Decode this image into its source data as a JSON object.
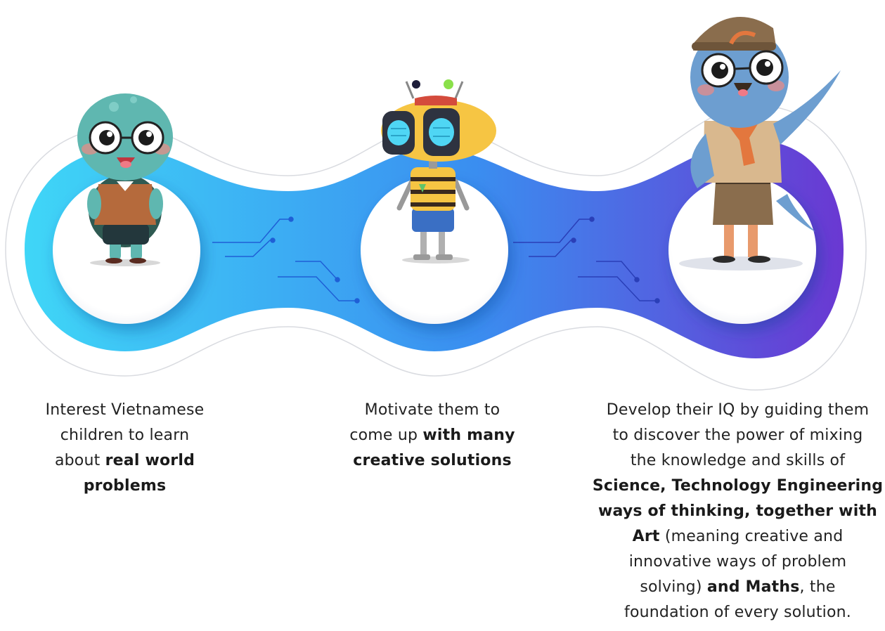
{
  "colors": {
    "gradient_start": "#3fd6f7",
    "gradient_mid": "#3a8ef0",
    "gradient_end": "#6a38d2",
    "circle_fill": "#ffffff",
    "connector": "#1f5fd6"
  },
  "steps": [
    {
      "character": "turtle-character",
      "caption": [
        [
          {
            "t": "Interest Vietnamese",
            "b": false
          }
        ],
        [
          {
            "t": "children to learn",
            "b": false
          }
        ],
        [
          {
            "t": "about ",
            "b": false
          },
          {
            "t": "real world",
            "b": true
          }
        ],
        [
          {
            "t": "problems",
            "b": true
          }
        ]
      ]
    },
    {
      "character": "robot-character",
      "caption": [
        [
          {
            "t": "Motivate them to",
            "b": false
          }
        ],
        [
          {
            "t": "come up ",
            "b": false
          },
          {
            "t": "with many",
            "b": true
          }
        ],
        [
          {
            "t": "creative solutions",
            "b": true
          }
        ]
      ]
    },
    {
      "character": "bird-scout-character",
      "caption": [
        [
          {
            "t": "Develop their IQ by guiding them",
            "b": false
          }
        ],
        [
          {
            "t": "to discover the power of mixing",
            "b": false
          }
        ],
        [
          {
            "t": "the knowledge and skills of",
            "b": false
          }
        ],
        [
          {
            "t": "Science, Technology Engineering",
            "b": true
          }
        ],
        [
          {
            "t": "ways of thinking, together with",
            "b": true
          }
        ],
        [
          {
            "t": "Art",
            "b": true
          },
          {
            "t": " (meaning creative and",
            "b": false
          }
        ],
        [
          {
            "t": "innovative ways of problem",
            "b": false
          }
        ],
        [
          {
            "t": "solving) ",
            "b": false
          },
          {
            "t": "and Maths",
            "b": true
          },
          {
            "t": ", the",
            "b": false
          }
        ],
        [
          {
            "t": "foundation of every solution.",
            "b": false
          }
        ]
      ]
    }
  ]
}
